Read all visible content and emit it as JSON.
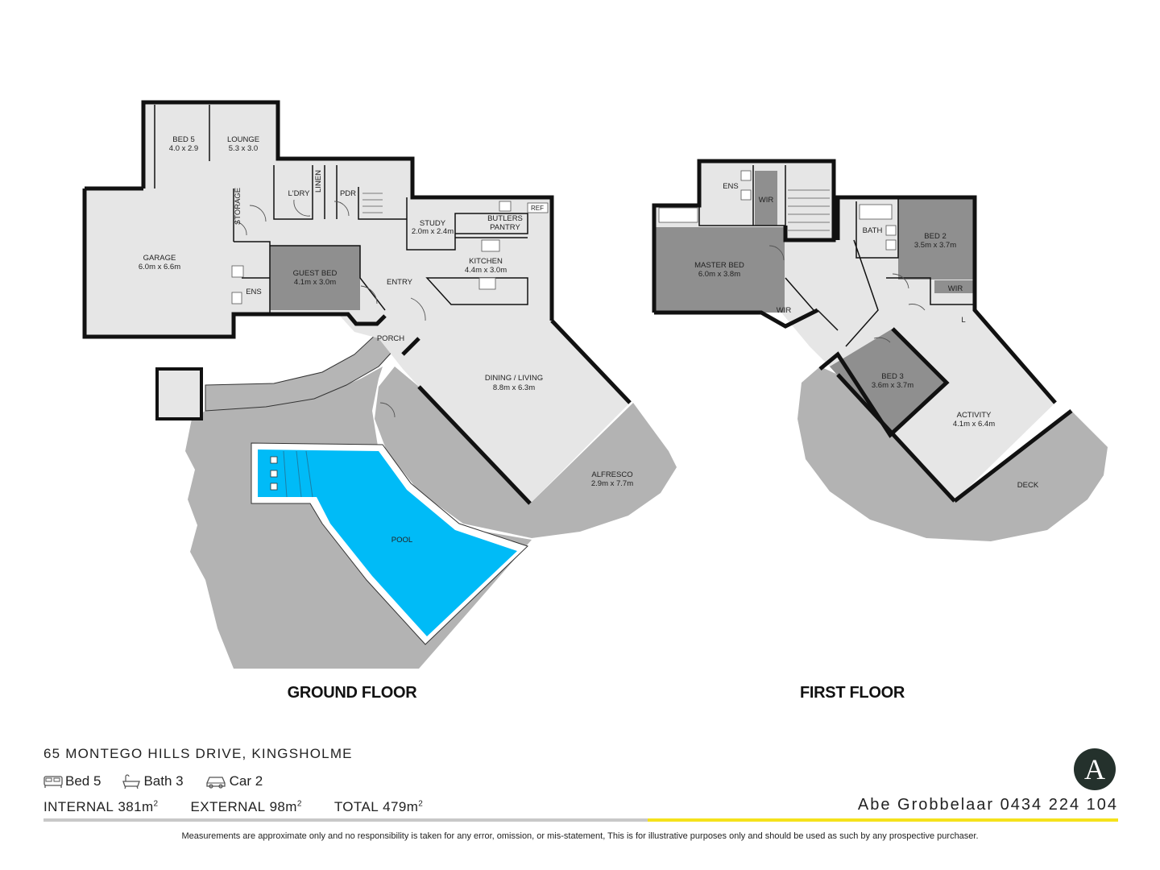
{
  "floors": {
    "ground": {
      "title": "GROUND FLOOR",
      "rooms": {
        "bed5": {
          "name": "BED 5",
          "size": "4.0 x 2.9"
        },
        "lounge": {
          "name": "LOUNGE",
          "size": "5.3 x 3.0"
        },
        "garage": {
          "name": "GARAGE",
          "size": "6.0m x 6.6m"
        },
        "storage": {
          "name": "STORAGE"
        },
        "ldry": {
          "name": "L'DRY"
        },
        "linen": {
          "name": "LINEN"
        },
        "pdr": {
          "name": "PDR"
        },
        "study": {
          "name": "STUDY",
          "size": "2.0m x 2.4m"
        },
        "butlers_pantry": {
          "name_line1": "BUTLERS",
          "name_line2": "PANTRY"
        },
        "ref": {
          "name": "REF"
        },
        "kitchen": {
          "name": "KITCHEN",
          "size": "4.4m x 3.0m"
        },
        "guest_bed": {
          "name": "GUEST BED",
          "size": "4.1m x 3.0m"
        },
        "ens": {
          "name": "ENS"
        },
        "entry": {
          "name": "ENTRY"
        },
        "porch": {
          "name": "PORCH"
        },
        "dining_living": {
          "name": "DINING / LIVING",
          "size": "8.8m x 6.3m"
        },
        "alfresco": {
          "name": "ALFRESCO",
          "size": "2.9m x 7.7m"
        },
        "pool": {
          "name": "POOL"
        }
      }
    },
    "first": {
      "title": "FIRST FLOOR",
      "rooms": {
        "ens": {
          "name": "ENS"
        },
        "wir_master": {
          "name": "WIR"
        },
        "master_bed": {
          "name": "MASTER BED",
          "size": "6.0m x 3.8m"
        },
        "wir_lower": {
          "name": "WIR"
        },
        "bath": {
          "name": "BATH"
        },
        "bed2": {
          "name": "BED 2",
          "size": "3.5m x 3.7m"
        },
        "wir_bed2": {
          "name": "WIR"
        },
        "linen": {
          "name": "L"
        },
        "bed3": {
          "name": "BED 3",
          "size": "3.6m x 3.7m"
        },
        "activity": {
          "name": "ACTIVITY",
          "size": "4.1m x 6.4m"
        },
        "deck": {
          "name": "DECK"
        }
      }
    }
  },
  "property": {
    "address": "65 MONTEGO HILLS DRIVE, KINGSHOLME",
    "features": [
      {
        "icon": "bed-icon",
        "label": "Bed",
        "value": "5"
      },
      {
        "icon": "bath-icon",
        "label": "Bath",
        "value": "3"
      },
      {
        "icon": "car-icon",
        "label": "Car",
        "value": "2"
      }
    ],
    "areas": [
      {
        "label": "INTERNAL",
        "value": "381m"
      },
      {
        "label": "EXTERNAL",
        "value": "98m"
      },
      {
        "label": "TOTAL",
        "value": "479m"
      }
    ],
    "area_unit_sup": "2"
  },
  "agent": {
    "name_phone": "Abe Grobbelaar 0434 224 104",
    "logo_letter": "A"
  },
  "disclaimer": "Measurements are approximate only and no responsibility is taken for any error, omission, or mis-statement, This is for illustrative purposes only and should be used as such by any prospective purchaser.",
  "colors": {
    "wall": "#111111",
    "floor_light": "#e6e6e6",
    "floor_dark": "#8f8f8f",
    "deck": "#b3b3b3",
    "pool": "#00bbf7",
    "accent_yellow": "#f5e21b",
    "logo_bg": "#24312c"
  }
}
